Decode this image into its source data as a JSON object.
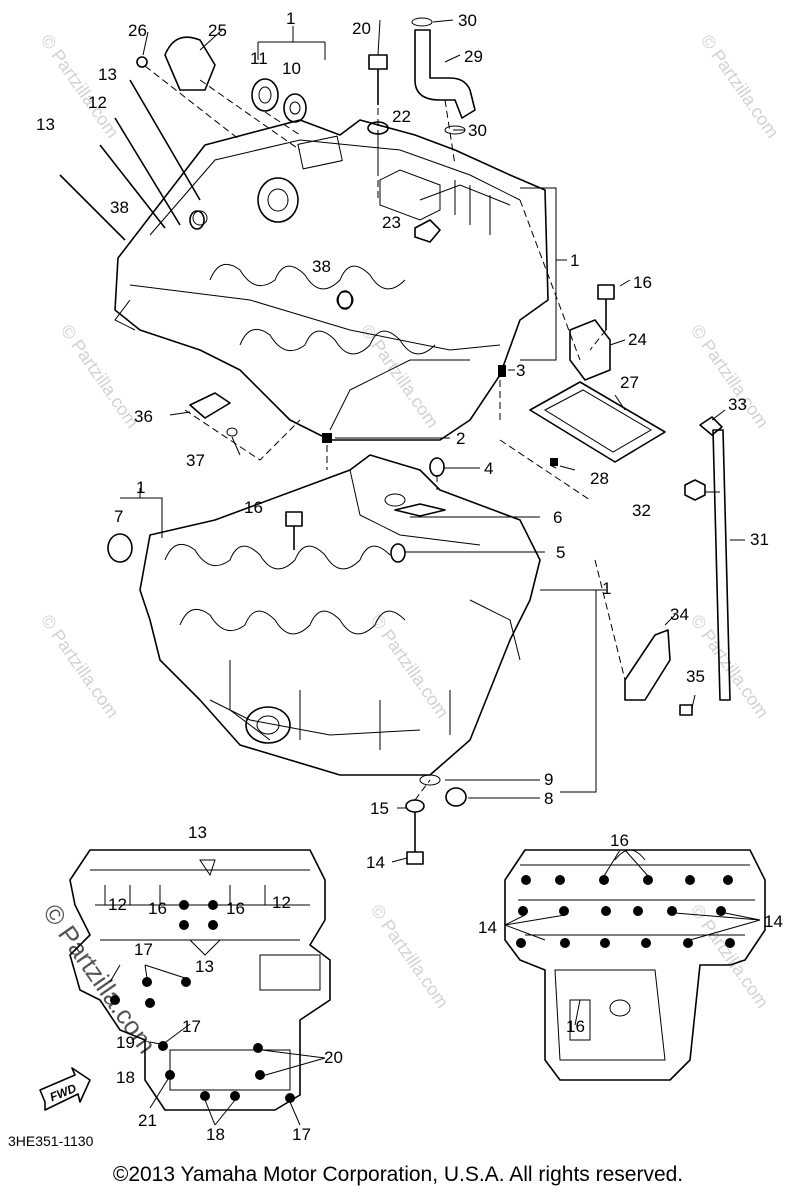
{
  "callouts": [
    {
      "text": "1"
    },
    {
      "text": "26"
    },
    {
      "text": "25"
    },
    {
      "text": "11"
    },
    {
      "text": "10"
    },
    {
      "text": "20"
    },
    {
      "text": "30"
    },
    {
      "text": "29"
    },
    {
      "text": "13"
    },
    {
      "text": "12"
    },
    {
      "text": "22"
    },
    {
      "text": "30"
    },
    {
      "text": "13"
    },
    {
      "text": "38"
    },
    {
      "text": "23"
    },
    {
      "text": "1"
    },
    {
      "text": "38"
    },
    {
      "text": "16"
    },
    {
      "text": "24"
    },
    {
      "text": "3"
    },
    {
      "text": "27"
    },
    {
      "text": "33"
    },
    {
      "text": "36"
    },
    {
      "text": "2"
    },
    {
      "text": "37"
    },
    {
      "text": "4"
    },
    {
      "text": "28"
    },
    {
      "text": "1"
    },
    {
      "text": "16"
    },
    {
      "text": "6"
    },
    {
      "text": "32"
    },
    {
      "text": "7"
    },
    {
      "text": "5"
    },
    {
      "text": "31"
    },
    {
      "text": "1"
    },
    {
      "text": "34"
    },
    {
      "text": "35"
    },
    {
      "text": "9"
    },
    {
      "text": "8"
    },
    {
      "text": "15"
    },
    {
      "text": "14"
    }
  ],
  "inset_left_callouts": [
    {
      "text": "13"
    },
    {
      "text": "12"
    },
    {
      "text": "16"
    },
    {
      "text": "16"
    },
    {
      "text": "12"
    },
    {
      "text": "17"
    },
    {
      "text": "13"
    },
    {
      "text": "17"
    },
    {
      "text": "19"
    },
    {
      "text": "20"
    },
    {
      "text": "18"
    },
    {
      "text": "21"
    },
    {
      "text": "18"
    },
    {
      "text": "17"
    }
  ],
  "inset_right_callouts": [
    {
      "text": "16"
    },
    {
      "text": "14"
    },
    {
      "text": "14"
    },
    {
      "text": "16"
    }
  ],
  "fwd_label": "FWD",
  "diagram_code": "3HE351-1130",
  "watermark_text": "© Partzilla.com",
  "copyright": "©2013 Yamaha Motor Corporation, U.S.A. All rights reserved."
}
